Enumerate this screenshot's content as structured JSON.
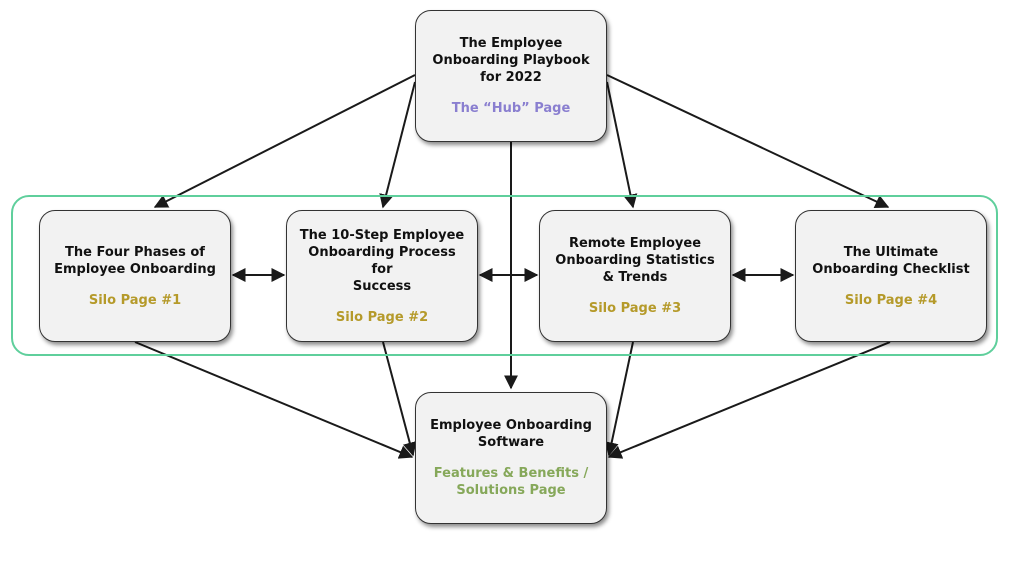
{
  "colors": {
    "node_fill": "#f2f2f2",
    "node_border": "#333333",
    "arrow": "#1a1a1a",
    "silo_frame": "#5fcf9c",
    "hub_label": "#8a7fd0",
    "silo_label": "#b59a2a",
    "money_label": "#86a85a"
  },
  "nodes": {
    "hub": {
      "title": "The Employee\nOnboarding Playbook\nfor 2022",
      "subtitle": "The “Hub” Page"
    },
    "silo1": {
      "title": "The Four Phases of\nEmployee Onboarding",
      "subtitle": "Silo Page #1"
    },
    "silo2": {
      "title": "The 10-Step Employee\nOnboarding Process for\nSuccess",
      "subtitle": "Silo Page #2"
    },
    "silo3": {
      "title": "Remote Employee\nOnboarding Statistics\n& Trends",
      "subtitle": "Silo Page #3"
    },
    "silo4": {
      "title": "The Ultimate\nOnboarding Checklist",
      "subtitle": "Silo Page #4"
    },
    "money": {
      "title": "Employee Onboarding\nSoftware",
      "subtitle": "Features & Benefits /\nSolutions Page"
    }
  },
  "edges": [
    {
      "from": "hub",
      "to": "silo1",
      "direction": "one-way"
    },
    {
      "from": "hub",
      "to": "silo2",
      "direction": "one-way"
    },
    {
      "from": "hub",
      "to": "silo3",
      "direction": "one-way"
    },
    {
      "from": "hub",
      "to": "silo4",
      "direction": "one-way"
    },
    {
      "from": "hub",
      "to": "money",
      "direction": "one-way"
    },
    {
      "from": "silo1",
      "to": "silo2",
      "direction": "two-way"
    },
    {
      "from": "silo2",
      "to": "silo3",
      "direction": "two-way"
    },
    {
      "from": "silo3",
      "to": "silo4",
      "direction": "two-way"
    },
    {
      "from": "silo1",
      "to": "money",
      "direction": "one-way"
    },
    {
      "from": "silo2",
      "to": "money",
      "direction": "one-way"
    },
    {
      "from": "silo3",
      "to": "money",
      "direction": "one-way"
    },
    {
      "from": "silo4",
      "to": "money",
      "direction": "one-way"
    }
  ]
}
